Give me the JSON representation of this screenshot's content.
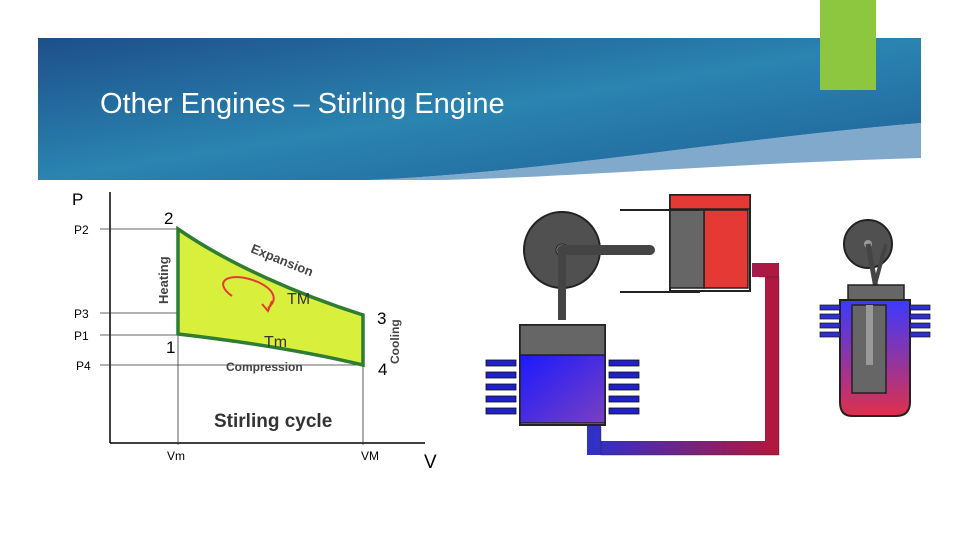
{
  "slide": {
    "title": "Other Engines – Stirling Engine",
    "colors": {
      "banner_dark": "#1e4f8a",
      "banner_light": "#2e8fb8",
      "accent": "#8dc63f",
      "cycle_fill": "#d8f03c",
      "cycle_stroke": "#2e7d32"
    }
  },
  "pv": {
    "y_axis": "P",
    "x_axis": "V",
    "p_labels": [
      "P2",
      "P3",
      "P1",
      "P4"
    ],
    "v_labels": [
      "Vm",
      "VM"
    ],
    "points": [
      "2",
      "1",
      "3",
      "4"
    ],
    "process_labels": {
      "heating": "Heating",
      "expansion": "Expansion",
      "cooling": "Cooling",
      "compression": "Compression"
    },
    "temps": {
      "hot": "TM",
      "cold": "Tm"
    },
    "caption": "Stirling cycle"
  }
}
